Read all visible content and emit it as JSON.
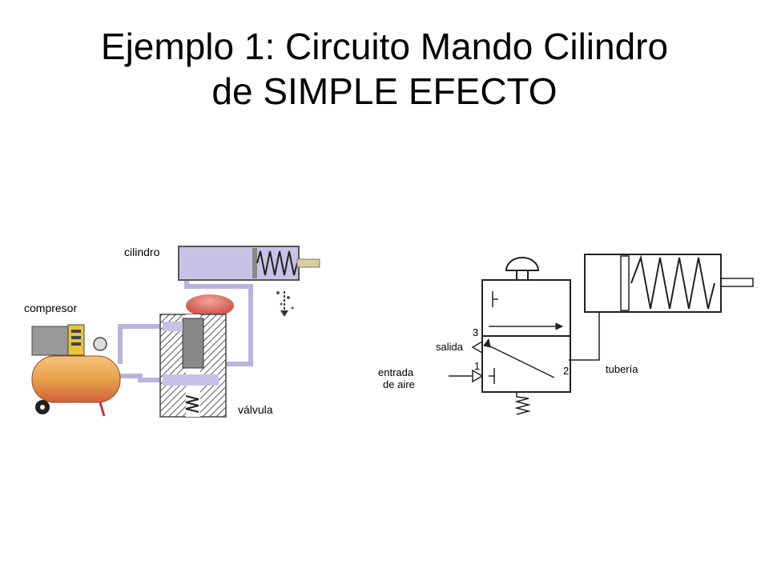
{
  "title": {
    "line1": "Ejemplo 1: Circuito Mando Cilindro",
    "line2": "de SIMPLE EFECTO"
  },
  "pictorial": {
    "labels": {
      "cylinder": "cilindro",
      "compressor": "compresor",
      "valve": "válvula"
    }
  },
  "schematic": {
    "labels": {
      "port_3": "3",
      "exhaust": "salida",
      "port_1": "1",
      "inlet_line1": "entrada",
      "inlet_line2": "de aire",
      "port_2": "2",
      "pipe": "tubería"
    }
  },
  "colors": {
    "air_line": "#b9b4dc",
    "cylinder_fill": "#c8c2e6",
    "compressor_tank": "#e7a24a",
    "valve_button": "#d9534f",
    "hatch": "#555555"
  }
}
